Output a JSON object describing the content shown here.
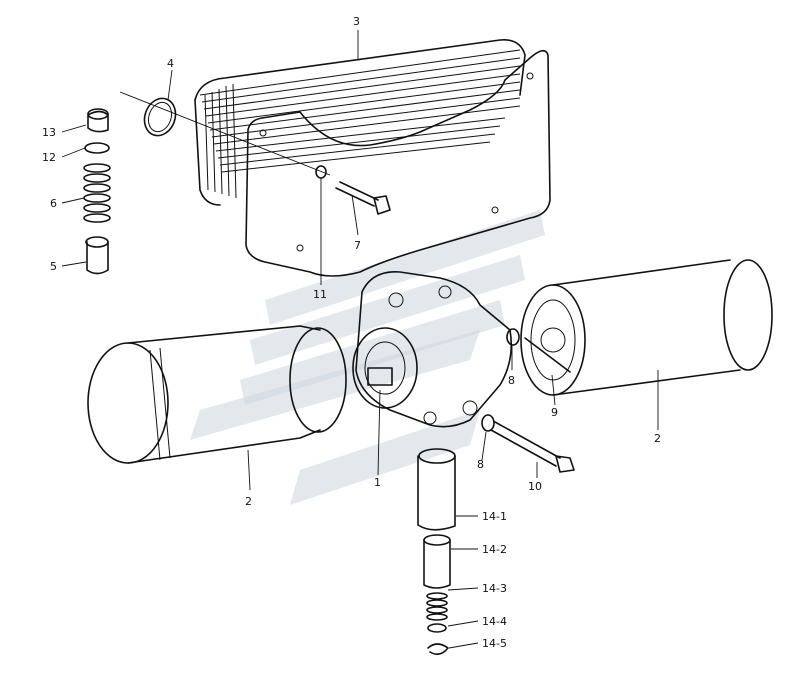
{
  "diagram": {
    "callouts": [
      {
        "id": "c1",
        "label": "1"
      },
      {
        "id": "c2a",
        "label": "2"
      },
      {
        "id": "c2b",
        "label": "2"
      },
      {
        "id": "c3",
        "label": "3"
      },
      {
        "id": "c4",
        "label": "4"
      },
      {
        "id": "c5",
        "label": "5"
      },
      {
        "id": "c6",
        "label": "6"
      },
      {
        "id": "c7",
        "label": "7"
      },
      {
        "id": "c8a",
        "label": "8"
      },
      {
        "id": "c8b",
        "label": "8"
      },
      {
        "id": "c9",
        "label": "9"
      },
      {
        "id": "c10",
        "label": "10"
      },
      {
        "id": "c11",
        "label": "11"
      },
      {
        "id": "c12",
        "label": "12"
      },
      {
        "id": "c13",
        "label": "13"
      },
      {
        "id": "c14_1",
        "label": "14-1"
      },
      {
        "id": "c14_2",
        "label": "14-2"
      },
      {
        "id": "c14_3",
        "label": "14-3"
      },
      {
        "id": "c14_4",
        "label": "14-4"
      },
      {
        "id": "c14_5",
        "label": "14-5"
      }
    ]
  }
}
